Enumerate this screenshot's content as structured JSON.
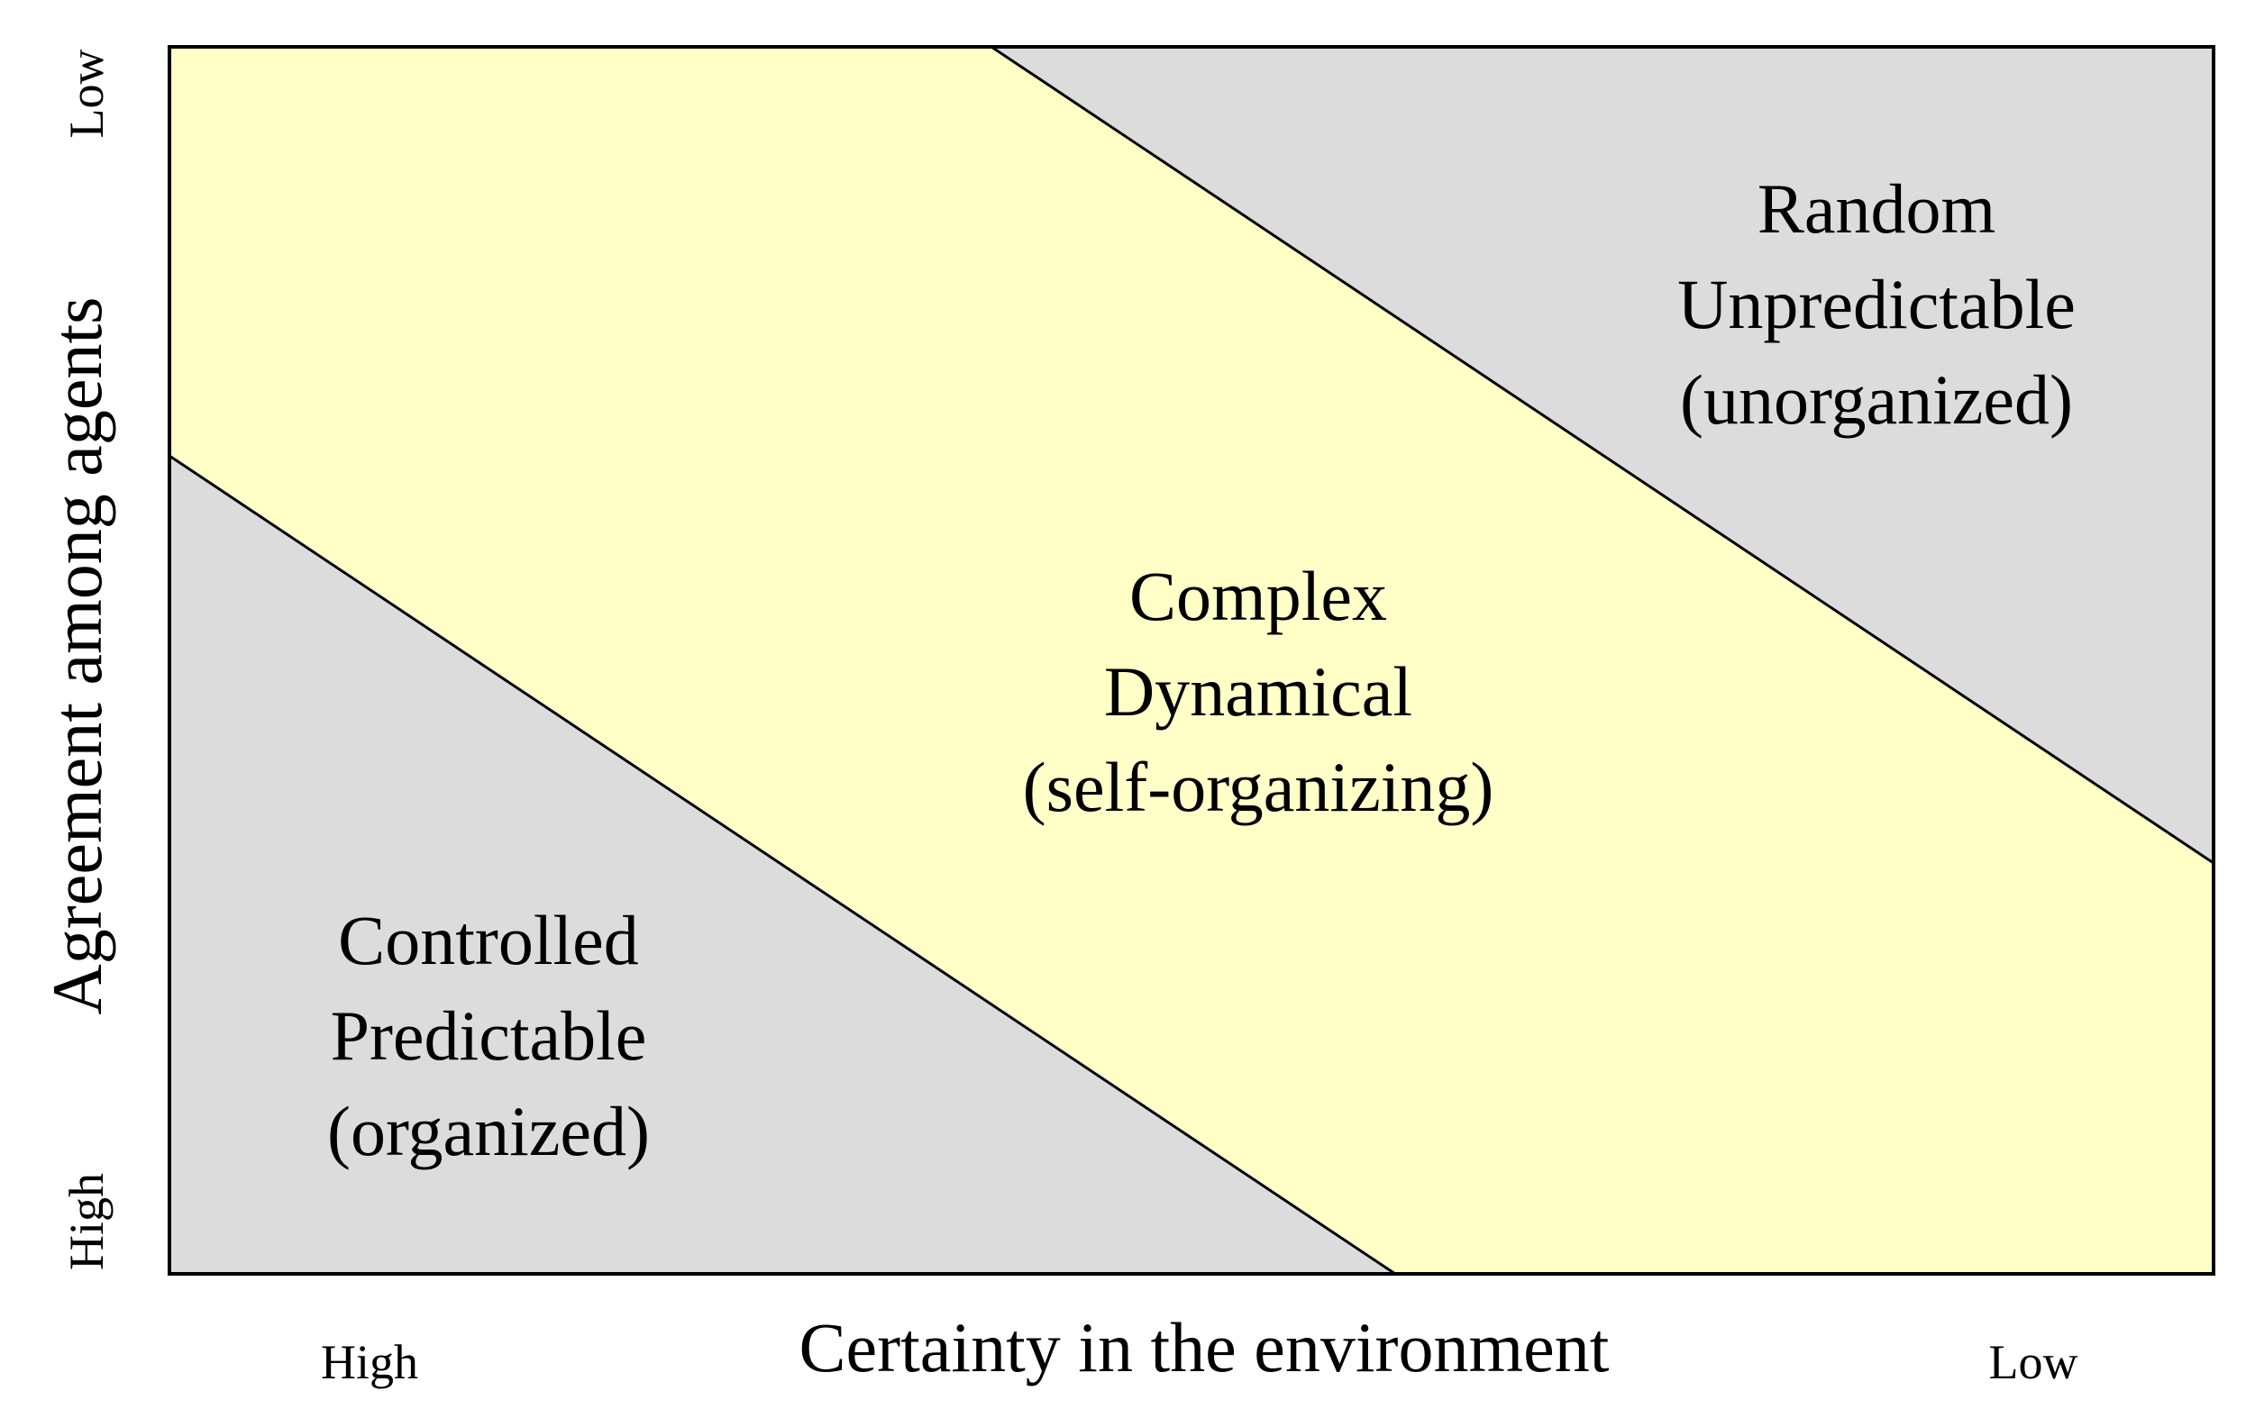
{
  "colors": {
    "background": "#ffffff",
    "gray_region": "#dcdcdc",
    "yellow_region": "#ffffc8",
    "outline": "#000000"
  },
  "regions": {
    "controlled": {
      "lines": [
        "Controlled",
        "Predictable",
        "(organized)"
      ]
    },
    "complex": {
      "lines": [
        "Complex",
        "Dynamical",
        "(self-organizing)"
      ]
    },
    "random": {
      "lines": [
        "Random",
        "Unpredictable",
        "(unorganized)"
      ]
    }
  },
  "x_axis": {
    "label": "Certainty in the environment",
    "low_end": "High",
    "high_end": "Low"
  },
  "y_axis": {
    "label": "Agreement among agents",
    "top_end": "Low",
    "bottom_end": "High"
  }
}
